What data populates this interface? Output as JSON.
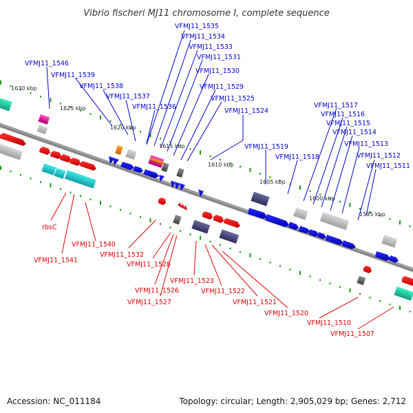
{
  "title": "Vibrio fischeri MJ11 chromosome I, complete sequence",
  "accession": "Accession: NC_011184",
  "summary": "Topology: circular; Length: 2,905,029 bp; Genes: 2,712",
  "colors": {
    "forward_feature": "#1010dd",
    "reverse_feature": "#ee0000",
    "gray_feature": "#b8b8b8",
    "dark_feature": "#4a4a78",
    "cyan_feature": "#20c8c8",
    "magenta_feature": "#e0208e",
    "orange_feature": "#ee8a18",
    "backbone": "#808080",
    "tick_dots": "#1a9a1a"
  },
  "scale_labels": [
    "1630 kbp",
    "1625 kbp",
    "1620 kbp",
    "1615 kbp",
    "1610 kbp",
    "1605 kbp",
    "1600 kbp",
    "1595 kbp"
  ],
  "top_labels": [
    "VFMJ11_1546",
    "VFMJ11_1539",
    "VFMJ11_1538",
    "VFMJ11_1537",
    "VFMJ11_1536",
    "VFMJ11_1535",
    "VFMJ11_1534",
    "VFMJ11_1533",
    "VFMJ11_1531",
    "VFMJ11_1530",
    "VFMJ11_1529",
    "VFMJ11_1525",
    "VFMJ11_1524",
    "VFMJ11_1519",
    "VFMJ11_1518",
    "VFMJ11_1517",
    "VFMJ11_1516",
    "VFMJ11_1515",
    "VFMJ11_1514",
    "VFMJ11_1513",
    "VFMJ11_1512",
    "VFMJ11_1511"
  ],
  "bottom_labels": [
    "rbsC",
    "VFMJ11_1540",
    "VFMJ11_1541",
    "VFMJ11_1532",
    "VFMJ11_1528",
    "VFMJ11_1526",
    "VFMJ11_1527",
    "VFMJ11_1523",
    "VFMJ11_1522",
    "VFMJ11_1521",
    "VFMJ11_1520",
    "VFMJ11_1510",
    "VFMJ11_1507"
  ]
}
